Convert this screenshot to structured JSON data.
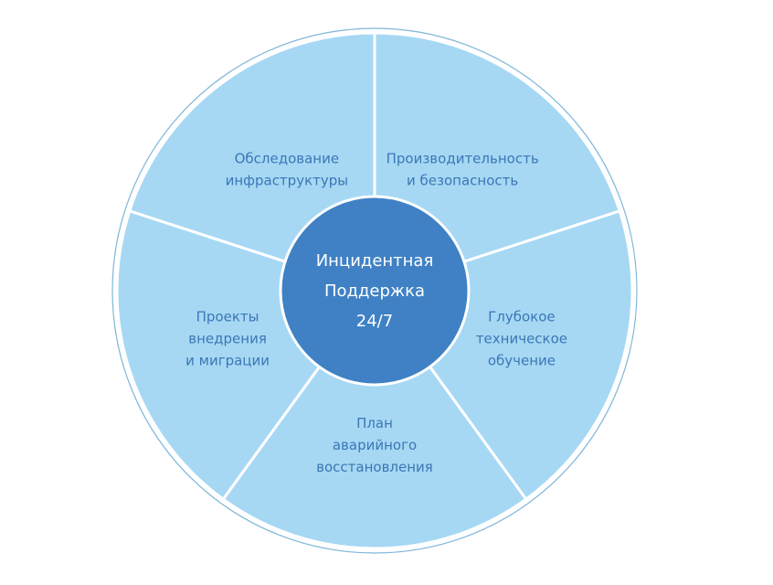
{
  "center": {
    "lines": [
      "Инцидентная",
      "Поддержка",
      "24/7"
    ]
  },
  "segments": [
    {
      "id": "infra",
      "lines": [
        "Обследование",
        "инфраструктуры"
      ]
    },
    {
      "id": "perf",
      "lines": [
        "Производительность",
        "и безопасность"
      ]
    },
    {
      "id": "training",
      "lines": [
        "Глубокое",
        "техническое",
        "обучение"
      ]
    },
    {
      "id": "dr",
      "lines": [
        "План",
        "аварийного",
        "восстановления"
      ]
    },
    {
      "id": "migration",
      "lines": [
        "Проекты",
        "внедрения",
        "и миграции"
      ]
    }
  ],
  "colors": {
    "segment_fill": "#a6d8f4",
    "segment_stroke": "#ffffff",
    "outer_ring": "#7fb6d8",
    "center_fill": "#3f81c4",
    "segment_text": "#3b77b5",
    "center_text": "#ffffff"
  }
}
